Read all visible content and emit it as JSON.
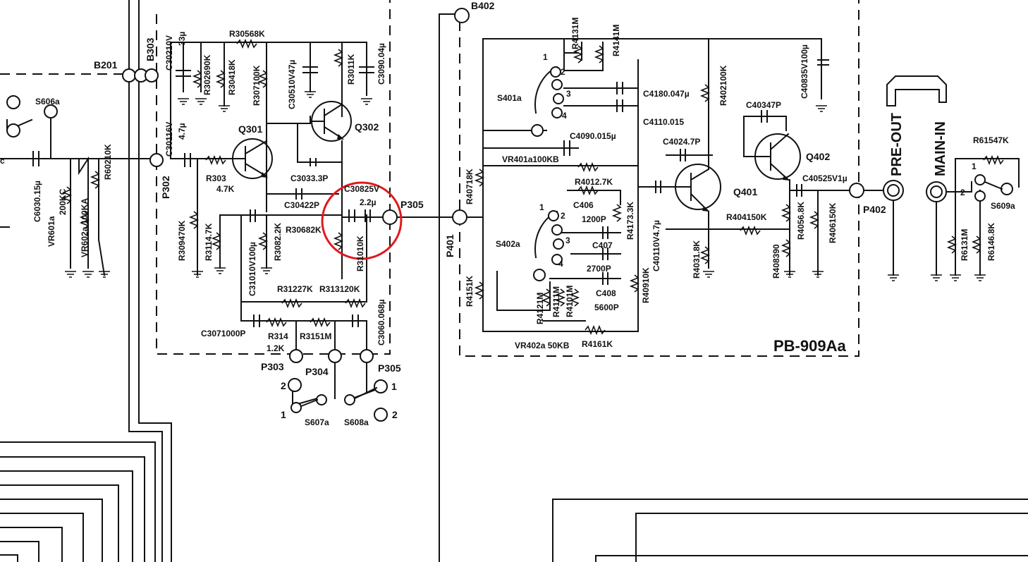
{
  "nodes": {
    "b201": "B201",
    "b303": "B303",
    "b402": "B402",
    "p302": "P302",
    "p303": "P303",
    "p304": "P304",
    "p305": "P305",
    "p305b": "P305",
    "p401": "P401",
    "p402": "P402"
  },
  "board": "PB-909Aa",
  "jacks": {
    "pre_out": "PRE-OUT",
    "main_in": "MAIN-IN"
  },
  "transistors": {
    "q301": "Q301",
    "q302": "Q302",
    "q401": "Q401",
    "q402": "Q402"
  },
  "switches": {
    "s606a": "S606a",
    "s401a": "S401a",
    "s402a": "S402a",
    "s607a": "S607a",
    "s608a": "S608a",
    "s609a": "S609a"
  },
  "resistors": {
    "r305": "R30568K",
    "r302": "R302690K",
    "r304": "R30418K",
    "r307": "R307100K",
    "r301": "R3011K",
    "r303": "R303",
    "r303v": "4.7K",
    "r601": "R60210K",
    "r309": "R309470K",
    "r311": "R3114.7K",
    "r308": "R3082.2K",
    "r306": "R30682K",
    "r310": "R31010K",
    "r312": "R31227K",
    "r313": "R313120K",
    "r314": "R314",
    "r314v": "1.2K",
    "r315": "R3151M",
    "r413": "R4131M",
    "r414": "R4141M",
    "r407": "R40718K",
    "r401": "R4012.7K",
    "r402": "R402100K",
    "r417": "R4173.3K",
    "r415": "R4151K",
    "r412": "R4121M",
    "r411": "R4111M",
    "r410": "R4101M",
    "r416": "R4161K",
    "r409": "R40910K",
    "r404": "R404150K",
    "r403": "R4031.8K",
    "r405": "R4056.8K",
    "r406": "R406150K",
    "r408": "R408390",
    "r615": "R61547K",
    "r613": "R6131M",
    "r614": "R6146.8K"
  },
  "capacitors": {
    "c302": "C30210V",
    "c302v": "33µ",
    "c305": "C30510V47µ",
    "c309": "C3090.04µ",
    "c301": "C30116V",
    "c301v": "4.7µ",
    "c303": "C3033.3P",
    "c304": "C30422P",
    "c308": "C30825V",
    "c308v": "2.2µ",
    "c310": "C31010V100µ",
    "c307": "C3071000P",
    "c306": "C3060.068µ",
    "c603": "C6030.15µ",
    "c418": "C4180.047µ",
    "c411": "C4110.015",
    "c409": "C4090.015µ",
    "c402": "C4024.7P",
    "c403": "C40347P",
    "c408": "C40835V100µ",
    "c405": "C40525V1µ",
    "c406": "C406",
    "c406v": "1200P",
    "c407": "C407",
    "c407v": "2700P",
    "c410": "C40110V4.7µ",
    "c4xx": "C408",
    "c4xxv": "5600P"
  },
  "pots": {
    "vr601": "VR601a",
    "vr601v": "200KC",
    "vr602": "VR602a 100KA",
    "vr401": "VR401a100KB",
    "vr402": "VR402a 50KB"
  },
  "switch_positions": [
    "1",
    "2",
    "3",
    "4"
  ],
  "misc": {
    "c_edge": "c",
    "one": "1",
    "two": "2"
  }
}
